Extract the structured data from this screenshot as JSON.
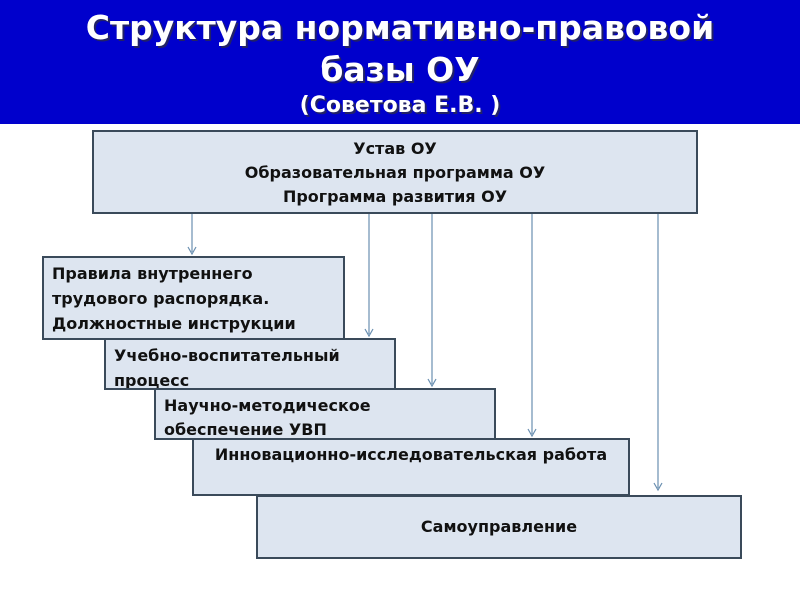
{
  "title": {
    "line1": "Структура нормативно-правовой",
    "line2": "базы ОУ",
    "line3": "(Советова Е.В. )"
  },
  "colors": {
    "title_background": "#0000cc",
    "box_fill": "#dde5f0",
    "box_border": "#3a4a5a",
    "arrow": "#6a8fb0"
  },
  "top_box": {
    "lines": [
      "Устав ОУ",
      "Образовательная программа ОУ",
      "Программа развития ОУ"
    ]
  },
  "boxes": [
    {
      "text": "Правила внутреннего трудового распорядка. Должностные инструкции"
    },
    {
      "text": "Учебно-воспитательный процесс"
    },
    {
      "text": "Научно-методическое обеспечение УВП"
    },
    {
      "text": "Инновационно-исследовательская работа"
    },
    {
      "text": "Самоуправление"
    }
  ]
}
